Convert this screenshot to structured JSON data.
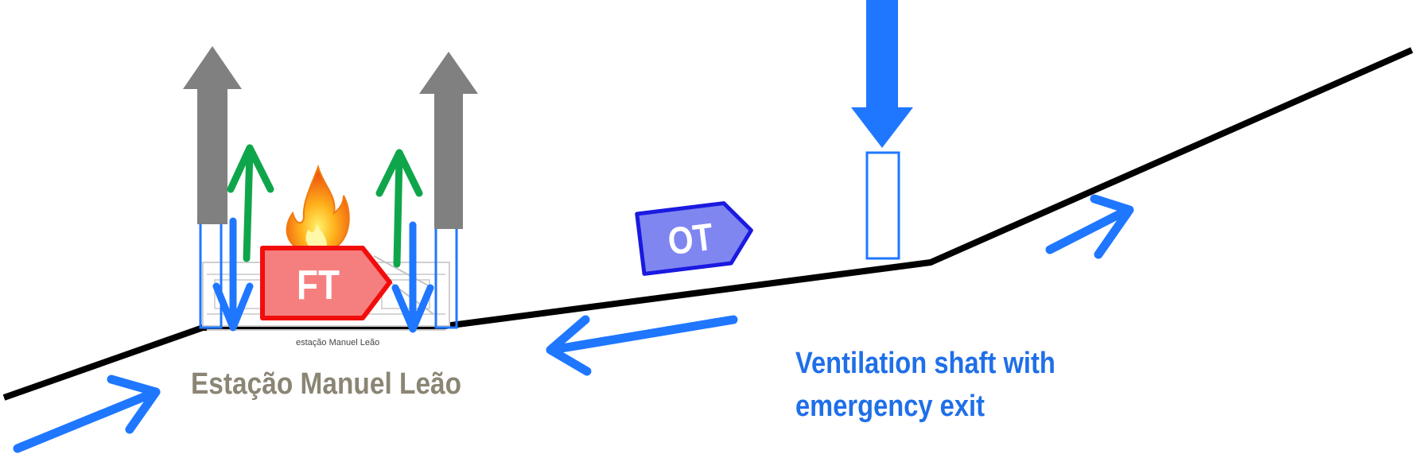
{
  "station": {
    "name": "Estação Manuel Leão",
    "plan_caption": "estação Manuel Leão"
  },
  "vehicles": {
    "fire_train": {
      "label": "FT",
      "color": "#f57f7f",
      "stroke": "#f20d0d"
    },
    "other_train": {
      "label": "OT",
      "color": "#7f86f0",
      "stroke": "#1a1ae0"
    }
  },
  "shaft": {
    "line1": "Ventilation shaft with",
    "line2": "emergency exit"
  },
  "colors": {
    "airflow": "#1f77ff",
    "smoke_exhaust": "#808080",
    "evacuation": "#0fa64b",
    "track": "#000000",
    "station_label": "#8b8574"
  }
}
